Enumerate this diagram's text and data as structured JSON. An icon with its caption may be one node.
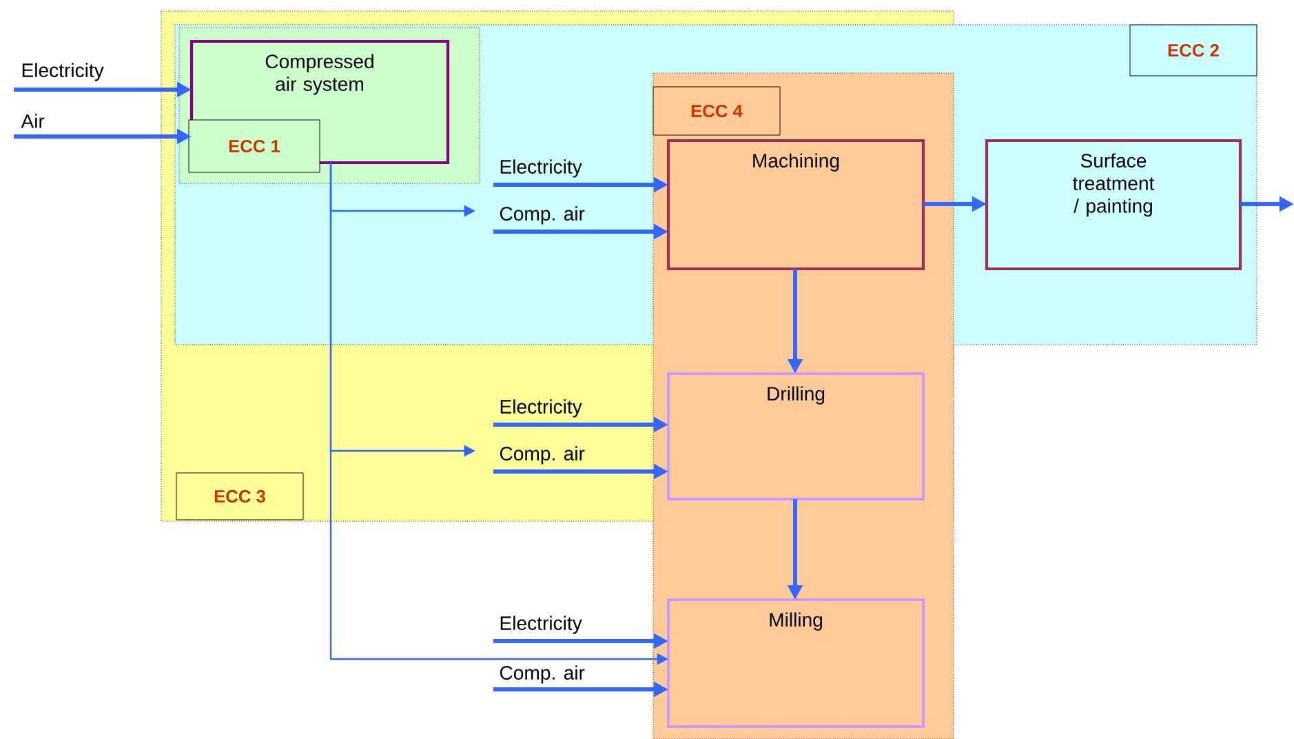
{
  "diagram": {
    "nodes": [
      {
        "text": [
          "Compressed air system"
        ]
      },
      {
        "text": [
          "ECC 1"
        ]
      },
      {
        "text": [
          "ECC 2"
        ]
      },
      {
        "text": [
          "ECC 4"
        ]
      },
      {
        "text": [
          "Machining"
        ]
      },
      {
        "text": [
          "Surface treatment / painting"
        ]
      },
      {
        "text": [
          "Drilling"
        ]
      },
      {
        "text": [
          "Milling"
        ]
      },
      {
        "text": [
          "ECC 3"
        ]
      }
    ],
    "edges": [
      {
        "from": null,
        "to": 0,
        "arrow": "to",
        "label": "Electricity"
      },
      {
        "from": null,
        "to": 0,
        "arrow": "to",
        "label": "Air"
      },
      {
        "from": null,
        "to": 4,
        "arrow": "to",
        "label": "Electricity"
      },
      {
        "from": null,
        "to": 4,
        "arrow": "to",
        "label": "Comp. air"
      },
      {
        "from": 4,
        "to": 5,
        "arrow": "to"
      },
      {
        "from": 5,
        "to": null,
        "arrow": "to"
      },
      {
        "from": 4,
        "to": 6,
        "arrow": "to"
      },
      {
        "from": null,
        "to": 6,
        "arrow": "to",
        "label": "Electricity"
      },
      {
        "from": null,
        "to": 6,
        "arrow": "to",
        "label": "Comp. air"
      },
      {
        "from": 6,
        "to": 7,
        "arrow": "to"
      },
      {
        "from": null,
        "to": 7,
        "arrow": "to",
        "label": "Electricity"
      },
      {
        "from": null,
        "to": 7,
        "arrow": "to",
        "label": "Comp. air"
      },
      {
        "from": 0,
        "to": null,
        "arrow": "to"
      },
      {
        "from": 0,
        "to": null,
        "arrow": "to"
      },
      {
        "from": 0,
        "to": 7,
        "arrow": "to"
      }
    ]
  }
}
